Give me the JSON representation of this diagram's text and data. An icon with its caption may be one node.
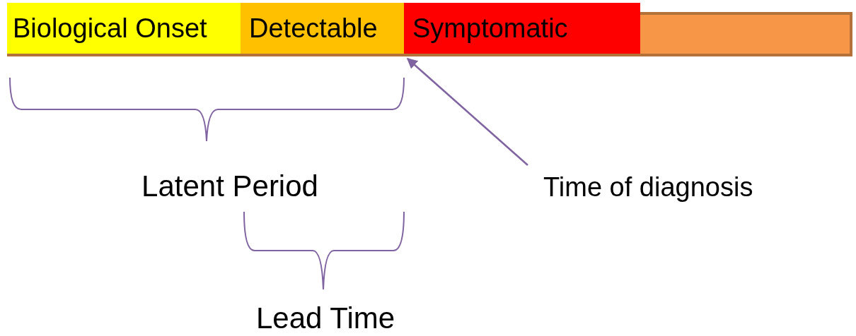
{
  "diagram": {
    "nodes": [
      {
        "text": [],
        "shape": "bar"
      },
      {
        "text": [
          "Biological Onset"
        ]
      },
      {
        "text": [
          "Detectable"
        ]
      },
      {
        "text": [
          "Symptomatic"
        ]
      },
      {
        "text": [
          "Time of diagnosis"
        ]
      }
    ],
    "edges": [
      {
        "from": 4,
        "to": 3,
        "arrow": "to",
        "color": "#8064a2"
      }
    ],
    "labels": [
      "Latent Period",
      "Lead Time"
    ]
  }
}
